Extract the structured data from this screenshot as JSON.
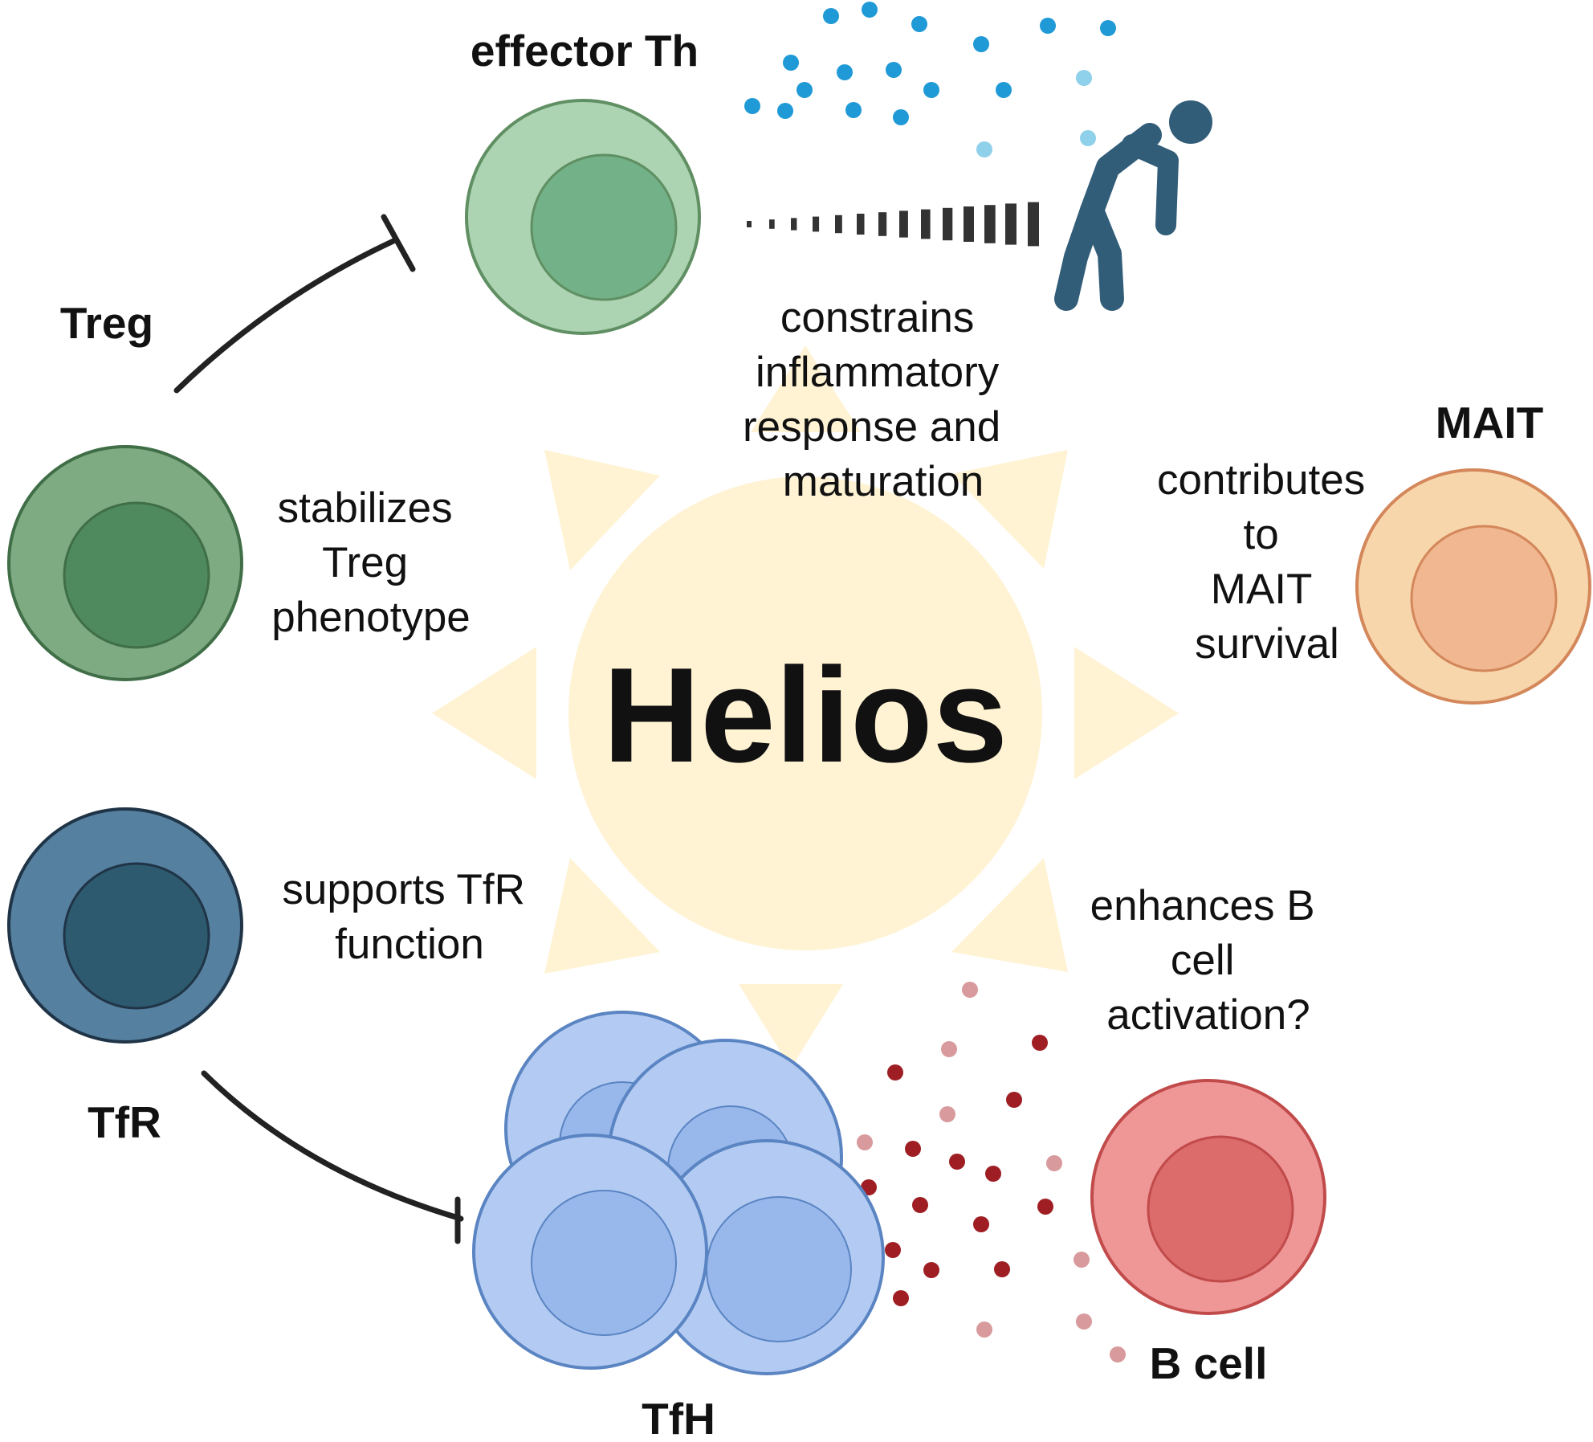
{
  "center": {
    "title": "Helios",
    "color": "#fff3d4"
  },
  "cells": {
    "effector_th": {
      "name": "effector Th",
      "outer": "#acd3b2",
      "inner": "#73b288",
      "stroke": "#5f8f62"
    },
    "treg": {
      "name": "Treg",
      "outer": "#7eab82",
      "inner": "#4f8a5e",
      "stroke": "#3f6e47"
    },
    "tfr": {
      "name": "TfR",
      "outer": "#56809f",
      "inner": "#2e5a6f",
      "stroke": "#1f3447"
    },
    "mait": {
      "name": "MAIT",
      "outer": "#f8d6ab",
      "inner": "#f0b791",
      "stroke": "#d3875a"
    },
    "tfh": {
      "name": "TfH",
      "outer": "#b3cbf2",
      "inner": "#98b8ec",
      "stroke": "#5a84c2"
    },
    "b_cell": {
      "name": "B cell",
      "outer": "#ef9696",
      "inner": "#dc6b6b",
      "stroke": "#c14a4a"
    }
  },
  "effects": {
    "treg_effect": [
      "stabilizes",
      "Treg",
      "phenotype"
    ],
    "effector_effect": [
      "constrains",
      "inflammatory",
      "response and",
      "maturation"
    ],
    "mait_effect": [
      "contributes",
      "to",
      "MAIT",
      "survival"
    ],
    "tfr_effect": [
      "supports TfR",
      "function"
    ],
    "bcell_effect": [
      "enhances B",
      "cell",
      "activation?"
    ]
  },
  "colors": {
    "inhibition_line": "#222222",
    "gradient_bar": "#333333",
    "person": "#325d78",
    "cytokine_blue": "#1f9ad6",
    "cytokine_light_blue": "#8fd0ea",
    "cytokine_dark_red": "#9e1e24",
    "cytokine_pink": "#d89a9c"
  },
  "icons": {
    "person": "sick-person-icon",
    "gradient": "signal-gradient-icon"
  }
}
